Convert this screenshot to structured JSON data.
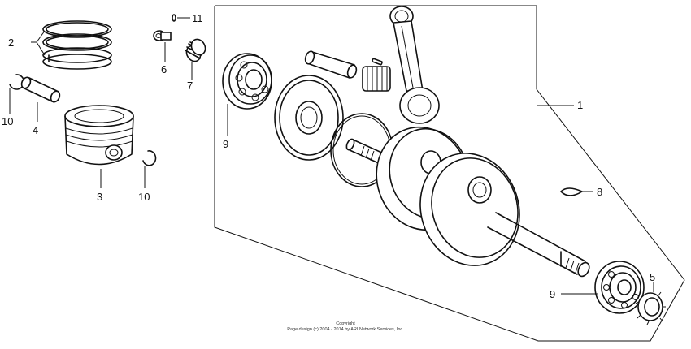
{
  "diagram": {
    "callouts": {
      "c1": "1",
      "c2": "2",
      "c3": "3",
      "c4": "4",
      "c5": "5",
      "c6": "6",
      "c7": "7",
      "c8": "8",
      "c9a": "9",
      "c9b": "9",
      "c10a": "10",
      "c10b": "10",
      "c11": "11"
    },
    "copyright_line1": "Copyright",
    "copyright_line2": "Page design (c) 2004 - 2014 by ARI Network Services, Inc."
  }
}
